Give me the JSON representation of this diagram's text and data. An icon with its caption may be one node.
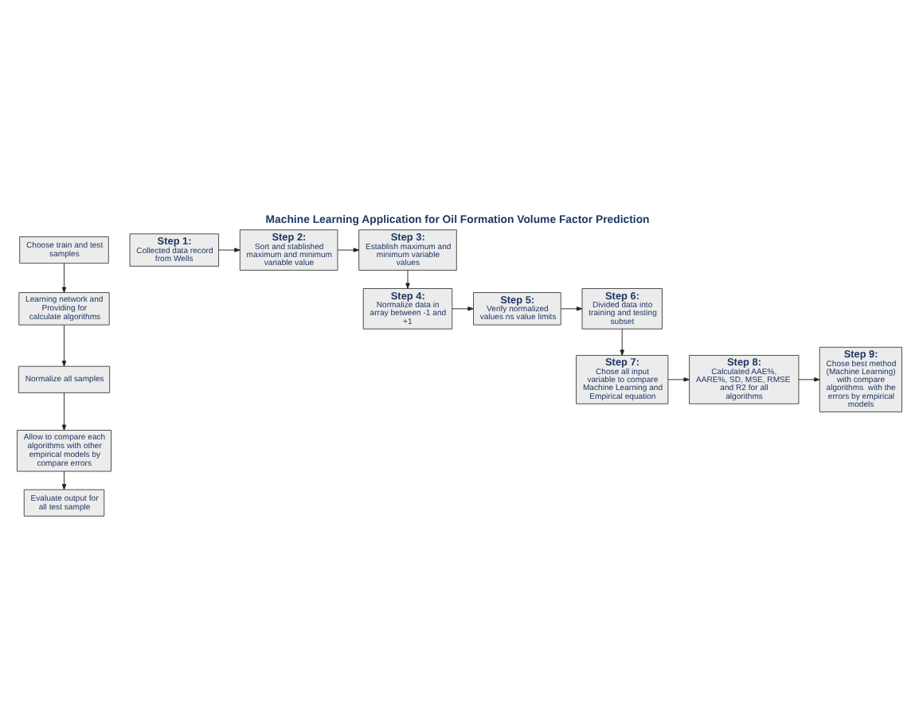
{
  "diagram": {
    "title": "Machine Learning Application for Oil Formation Volume Factor Prediction",
    "nodes": [
      {
        "text": [
          "Choose train and test samples"
        ]
      },
      {
        "text": [
          "Learning network and Providing for calculate algorithms"
        ]
      },
      {
        "text": [
          "Normalize all samples"
        ]
      },
      {
        "text": [
          "Allow to compare each algorithms with other empirical models by compare errors"
        ]
      },
      {
        "text": [
          "Evaluate output for all test sample"
        ]
      },
      {
        "text": [
          "Step 1:",
          "Collected data record from Wells"
        ]
      },
      {
        "text": [
          "Step 2:",
          "Sort and stablished maximum and minimum variable value"
        ]
      },
      {
        "text": [
          "Step 3:",
          "Establish maximum and minimum variable values"
        ]
      },
      {
        "text": [
          "Step 4:",
          "Normalize data in array between -1 and +1"
        ]
      },
      {
        "text": [
          "Step 5:",
          "Verify normalized values ns value limits"
        ]
      },
      {
        "text": [
          "Step 6:",
          "Divided data into training and testing subset"
        ]
      },
      {
        "text": [
          "Step 7:",
          "Chose all input variable to compare Machine Learning and Empirical equation"
        ]
      },
      {
        "text": [
          "Step 8:",
          "Calculated AAE%, AARE%, SD, MSE, RMSE and R2 for all algorithms"
        ]
      },
      {
        "text": [
          "Step 9:",
          "Chose best method (Machine Learning) with compare algorithms  with the errors by empirical models"
        ]
      }
    ],
    "edges": [
      {
        "from": 0,
        "to": 1,
        "arrow": "to"
      },
      {
        "from": 1,
        "to": 2,
        "arrow": "to"
      },
      {
        "from": 2,
        "to": 3,
        "arrow": "to"
      },
      {
        "from": 3,
        "to": 4,
        "arrow": "to"
      },
      {
        "from": 5,
        "to": 6,
        "arrow": "to"
      },
      {
        "from": 6,
        "to": 7,
        "arrow": "to"
      },
      {
        "from": 7,
        "to": 8,
        "arrow": "to"
      },
      {
        "from": 8,
        "to": 9,
        "arrow": "to"
      },
      {
        "from": 9,
        "to": 10,
        "arrow": "to"
      },
      {
        "from": 10,
        "to": 11,
        "arrow": "to"
      },
      {
        "from": 11,
        "to": 12,
        "arrow": "to"
      },
      {
        "from": 12,
        "to": 13,
        "arrow": "to"
      }
    ]
  }
}
